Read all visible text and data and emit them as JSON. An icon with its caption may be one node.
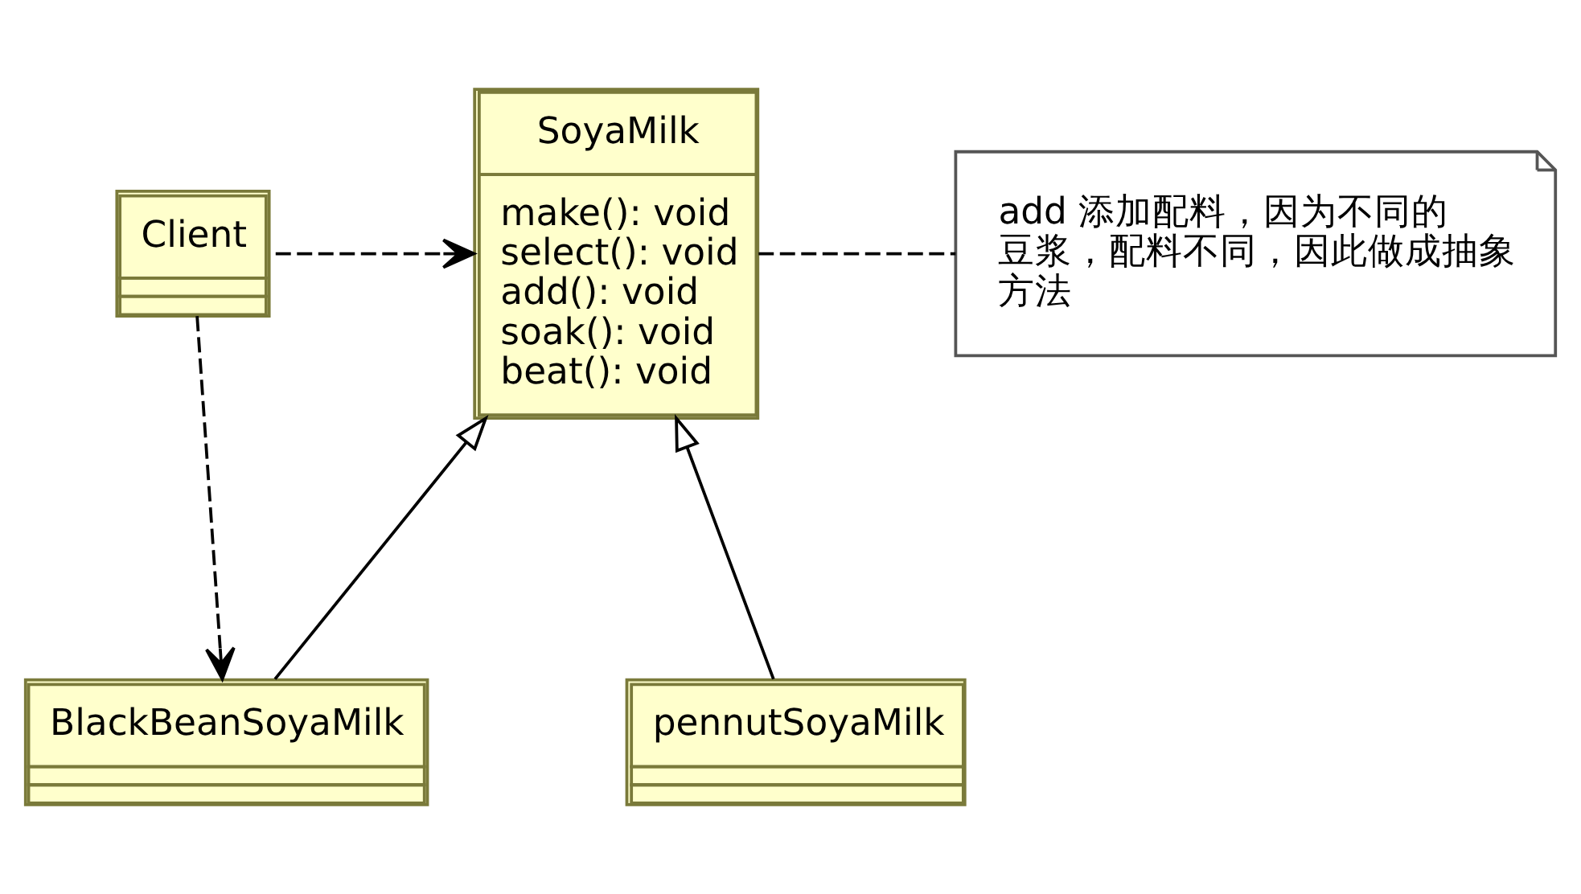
{
  "diagram": {
    "nodes": [
      {
        "text": [
          "Client"
        ]
      },
      {
        "text": [
          "SoyaMilk",
          "make(): void",
          "select(): void",
          "add(): void",
          "soak(): void",
          "beat(): void"
        ]
      },
      {
        "text": [
          "add 添加配料，因为不同的豆浆，配料不同，因此做成抽象方法"
        ]
      },
      {
        "text": [
          "BlackBeanSoyaMilk"
        ]
      },
      {
        "text": [
          "pennutSoyaMilk"
        ]
      }
    ],
    "edges": [
      {
        "from": 0,
        "to": 1,
        "arrow": "to",
        "style": "dashed"
      },
      {
        "from": 0,
        "to": 3,
        "arrow": "to",
        "style": "dashed"
      },
      {
        "from": 3,
        "to": 1,
        "arrow": "to"
      },
      {
        "from": 4,
        "to": 1,
        "arrow": "to"
      },
      {
        "from": 1,
        "to": 2,
        "arrow": "none",
        "style": "dashed"
      }
    ]
  }
}
